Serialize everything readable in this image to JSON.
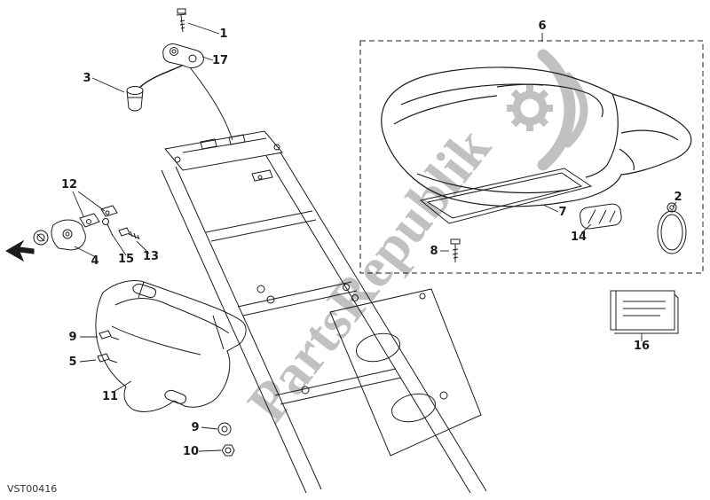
{
  "page": {
    "code": "VST00416",
    "watermark": "PartsRepublik"
  },
  "colors": {
    "line": "#1c1c1c",
    "watermark": "#b4b4b4",
    "background": "#ffffff"
  },
  "callouts": [
    "1",
    "17",
    "3",
    "12",
    "4",
    "15",
    "13",
    "9",
    "5",
    "11",
    "9",
    "10",
    "6",
    "7",
    "8",
    "14",
    "2",
    "16"
  ]
}
